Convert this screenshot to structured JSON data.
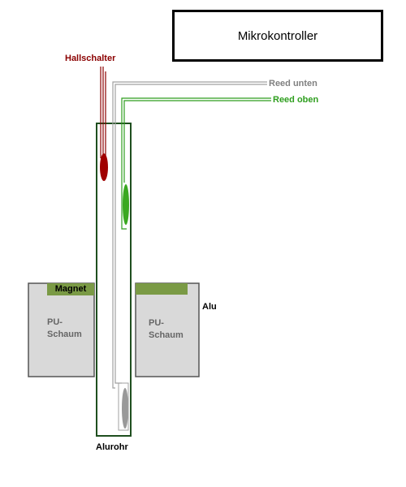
{
  "labels": {
    "microcontroller": "Mikrokontroller",
    "hall_switch": "Hallschalter",
    "reed_lower": "Reed unten",
    "reed_upper": "Reed oben",
    "magnet": "Magnet",
    "foam_left_line1": "PU-",
    "foam_left_line2": "Schaum",
    "foam_right_line1": "PU-",
    "foam_right_line2": "Schaum",
    "alu": "Alu",
    "alu_tube": "Alurohr"
  },
  "colors": {
    "hall": "#8b0000",
    "reed_upper": "#2e9e1e",
    "reed_lower": "#909090",
    "tube_border": "#1f4f1f",
    "foam_fill": "#d9d9d9",
    "magnet_fill": "#7a9a45"
  }
}
